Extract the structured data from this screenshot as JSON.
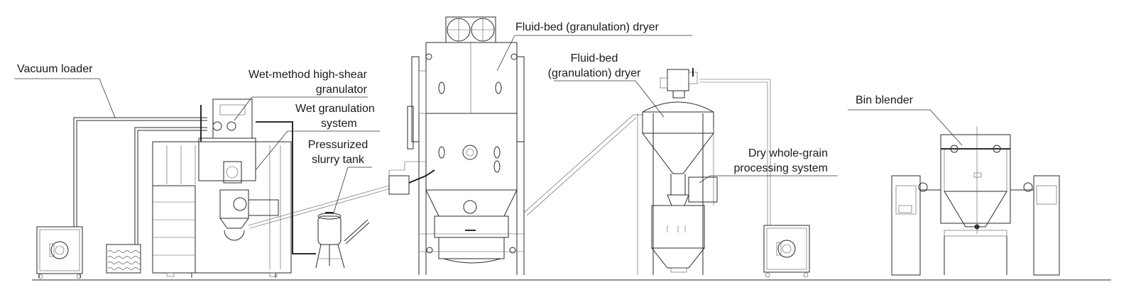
{
  "labels": {
    "vacuum_loader": "Vacuum loader",
    "high_shear_granulator": [
      "Wet-method high-shear",
      "granulator"
    ],
    "wet_granulation_system": [
      "Wet granulation",
      "system"
    ],
    "slurry_tank": [
      "Pressurized",
      "slurry tank"
    ],
    "fluid_bed_dryer_1": "Fluid-bed (granulation) dryer",
    "fluid_bed_dryer_2": [
      "Fluid-bed",
      "(granulation) dryer"
    ],
    "dry_whole_grain": [
      "Dry whole-grain",
      "processing system"
    ],
    "bin_blender": "Bin blender"
  }
}
